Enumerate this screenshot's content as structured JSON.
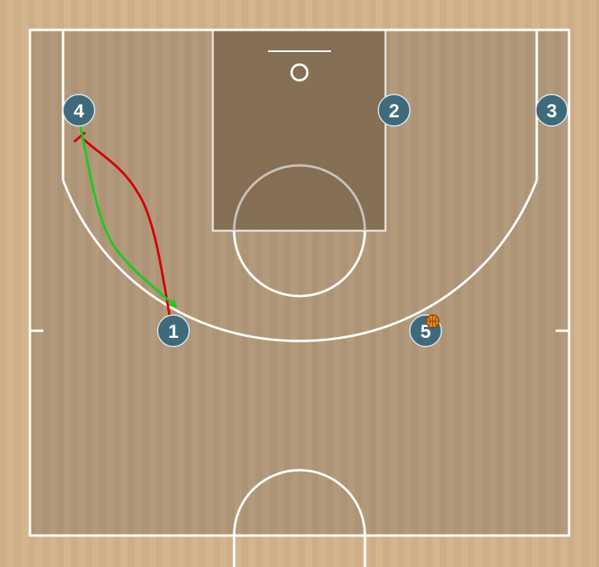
{
  "colors": {
    "floor": "#d2b48c",
    "floor_inner": "#b0977a",
    "paint": "#7a664f",
    "lines": "#ffffff",
    "player_fill": "#3e6a7c",
    "player_text": "#ffffff",
    "cut_path": "#d40000",
    "pass_path": "#1fc81f",
    "ball": "#e8891c"
  },
  "players": [
    {
      "id": "p4",
      "label": "4"
    },
    {
      "id": "p2",
      "label": "2"
    },
    {
      "id": "p3",
      "label": "3"
    },
    {
      "id": "p1",
      "label": "1"
    },
    {
      "id": "p5",
      "label": "5"
    }
  ],
  "ball_holder": "5",
  "actions": [
    {
      "type": "cut",
      "from": "1",
      "to": "4",
      "color_key": "cut_path"
    },
    {
      "type": "pass",
      "from": "4",
      "to": "1",
      "color_key": "pass_path"
    }
  ]
}
